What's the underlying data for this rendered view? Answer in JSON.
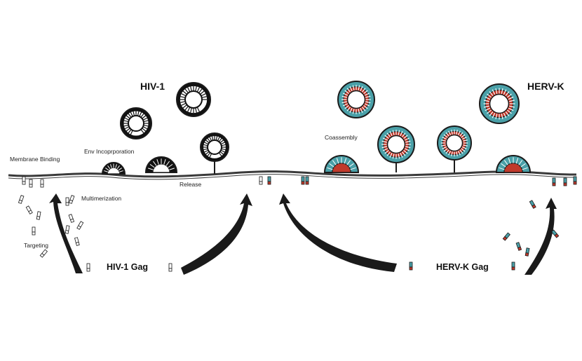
{
  "titles": {
    "hiv": "HIV-1",
    "herv": "HERV-K"
  },
  "steps": {
    "membrane_binding": "Membrane Binding",
    "env_incorporation": "Env Incoprporation",
    "release": "Release",
    "multimerization": "Multimerization",
    "targeting": "Targeting",
    "coassembly": "Coassembly"
  },
  "gag": {
    "hiv": "HIV-1 Gag",
    "herv": "HERV-K Gag"
  },
  "colors": {
    "outline": "#1a1a1a",
    "membrane": "#3a3a3a",
    "hiv_ring": "#ffffff",
    "herv_blue": "#4aa0a8",
    "herv_red": "#c0392b",
    "arrow": "#1a1a1a"
  }
}
